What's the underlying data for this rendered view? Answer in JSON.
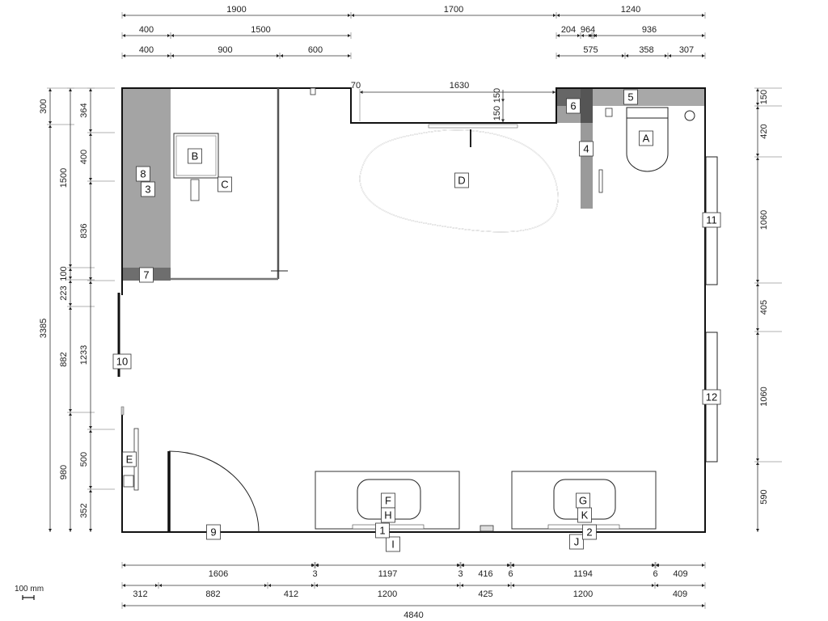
{
  "dimensions": {
    "top_row1": [
      "1900",
      "1700",
      "1240"
    ],
    "top_row2": [
      "400",
      "1500",
      "204",
      "96",
      "4",
      "936"
    ],
    "top_row3": [
      "400",
      "900",
      "600",
      "575",
      "358",
      "307"
    ],
    "left_col1": [
      "300",
      "3385"
    ],
    "left_col2": [
      "1500",
      "100",
      "223",
      "882",
      "980"
    ],
    "left_col3": [
      "364",
      "400",
      "836",
      "1233",
      "500",
      "352"
    ],
    "right_col": [
      "150",
      "420",
      "1060",
      "405",
      "1060",
      "590"
    ],
    "bottom_row1": [
      "1606",
      "3",
      "1197",
      "3",
      "416",
      "6",
      "1194",
      "6",
      "409"
    ],
    "bottom_row2": [
      "312",
      "882",
      "412",
      "1200",
      "425",
      "1200",
      "409"
    ],
    "bottom_row3": [
      "4840"
    ],
    "interior": [
      "70",
      "1630",
      "150",
      "150"
    ]
  },
  "labels": {
    "A": "A",
    "B": "B",
    "C": "C",
    "D": "D",
    "E": "E",
    "F": "F",
    "G": "G",
    "H": "H",
    "I": "I",
    "J": "J",
    "K": "K",
    "n1": "1",
    "n2": "2",
    "n3": "3",
    "n4": "4",
    "n5": "5",
    "n6": "6",
    "n7": "7",
    "n8": "8",
    "n9": "9",
    "n10": "10",
    "n11": "11",
    "n12": "12"
  },
  "scale_bar": "100 mm",
  "colors": {
    "panel": "#a4a4a4",
    "panel_dark": "#6e6e6e",
    "wall": "#111111"
  }
}
